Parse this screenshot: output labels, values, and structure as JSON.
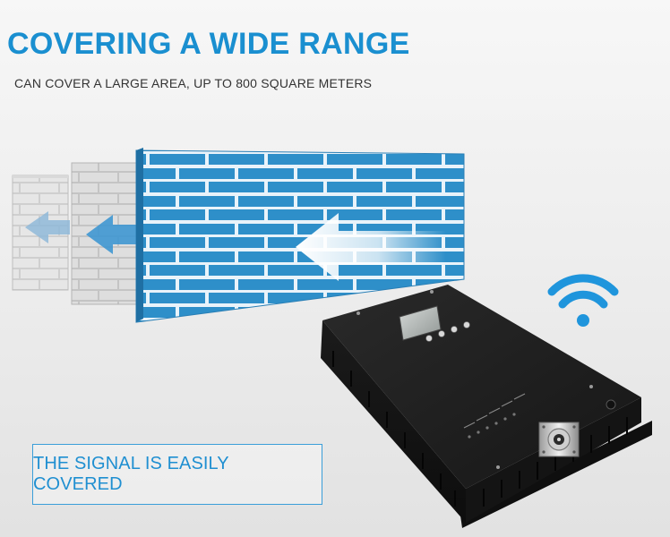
{
  "header": {
    "title": "COVERING A WIDE RANGE",
    "subtitle": "CAN COVER A LARGE AREA, UP TO 800 SQUARE METERS"
  },
  "caption": {
    "text": "THE SIGNAL IS EASILY COVERED"
  },
  "colors": {
    "accent": "#1a8fd0",
    "brick_wall": "#2f8fc8",
    "device": "#1c1c1c"
  },
  "icons": [
    "brick-wall",
    "signal-arrow",
    "wifi-icon",
    "signal-booster-device",
    "n-type-connector"
  ]
}
